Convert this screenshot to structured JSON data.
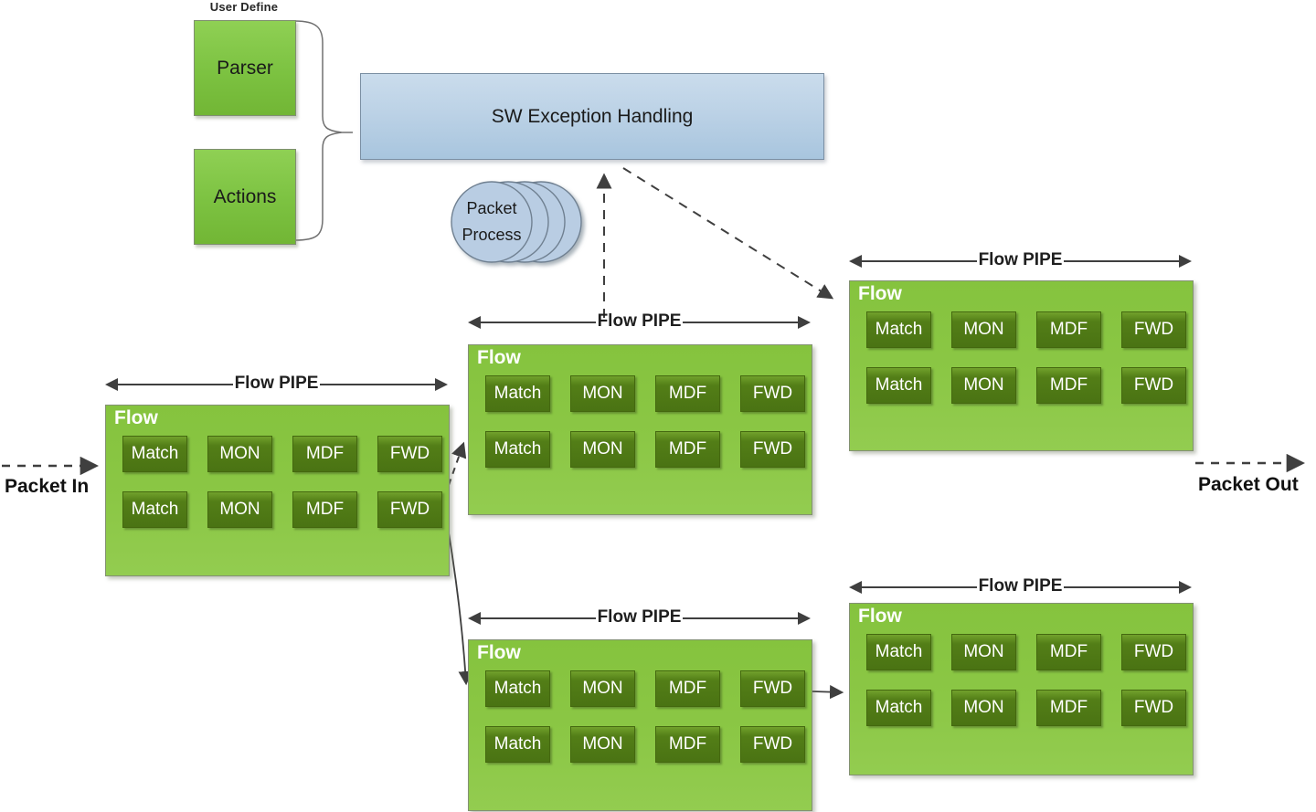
{
  "diagram": {
    "user_define": {
      "label": "User Define"
    },
    "parser": {
      "label": "Parser"
    },
    "actions": {
      "label": "Actions"
    },
    "sw_exception": {
      "label": "SW Exception Handling"
    },
    "packet_process": {
      "line1": "Packet",
      "line2": "Process"
    },
    "packet_in": {
      "label": "Packet In"
    },
    "packet_out": {
      "label": "Packet Out"
    },
    "flow_pipes": {
      "header": "Flow PIPE",
      "flow_label": "Flow",
      "stages": [
        "Match",
        "MON",
        "MDF",
        "FWD"
      ],
      "rows_per_pipe": 2,
      "pipe_count": 5
    },
    "colors": {
      "pipe_green": "#8CC63F",
      "stage_green": "#4E7A14",
      "exception_blue": "#BFD4E9",
      "process_blue": "#B9CDE3",
      "arrow_gray": "#3F3F3F"
    }
  }
}
